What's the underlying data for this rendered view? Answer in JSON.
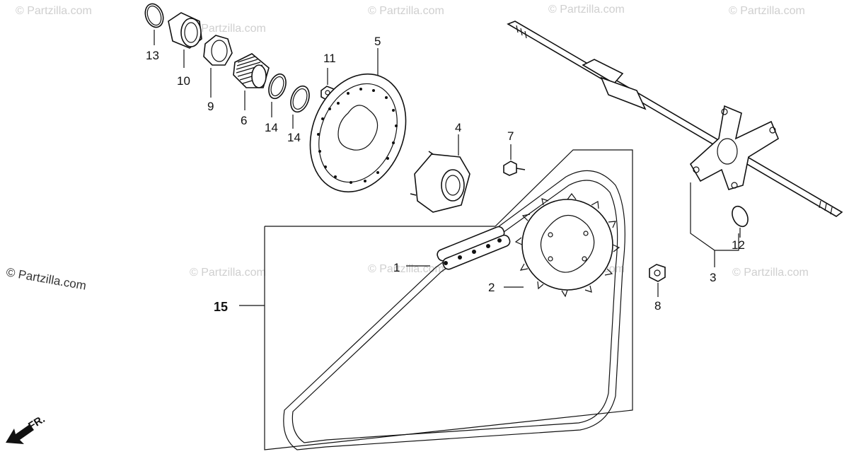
{
  "diagram": {
    "watermark_text": "© Partzilla.com",
    "direction_label": "FR.",
    "callouts": {
      "p1": "1",
      "p2": "2",
      "p3": "3",
      "p4": "4",
      "p5": "5",
      "p6": "6",
      "p7": "7",
      "p8": "8",
      "p9": "9",
      "p10": "10",
      "p11": "11",
      "p12": "12",
      "p13": "13",
      "p14a": "14",
      "p14b": "14",
      "p15": "15"
    },
    "colors": {
      "ink": "#111111",
      "watermark": "#cfcfcf"
    }
  }
}
